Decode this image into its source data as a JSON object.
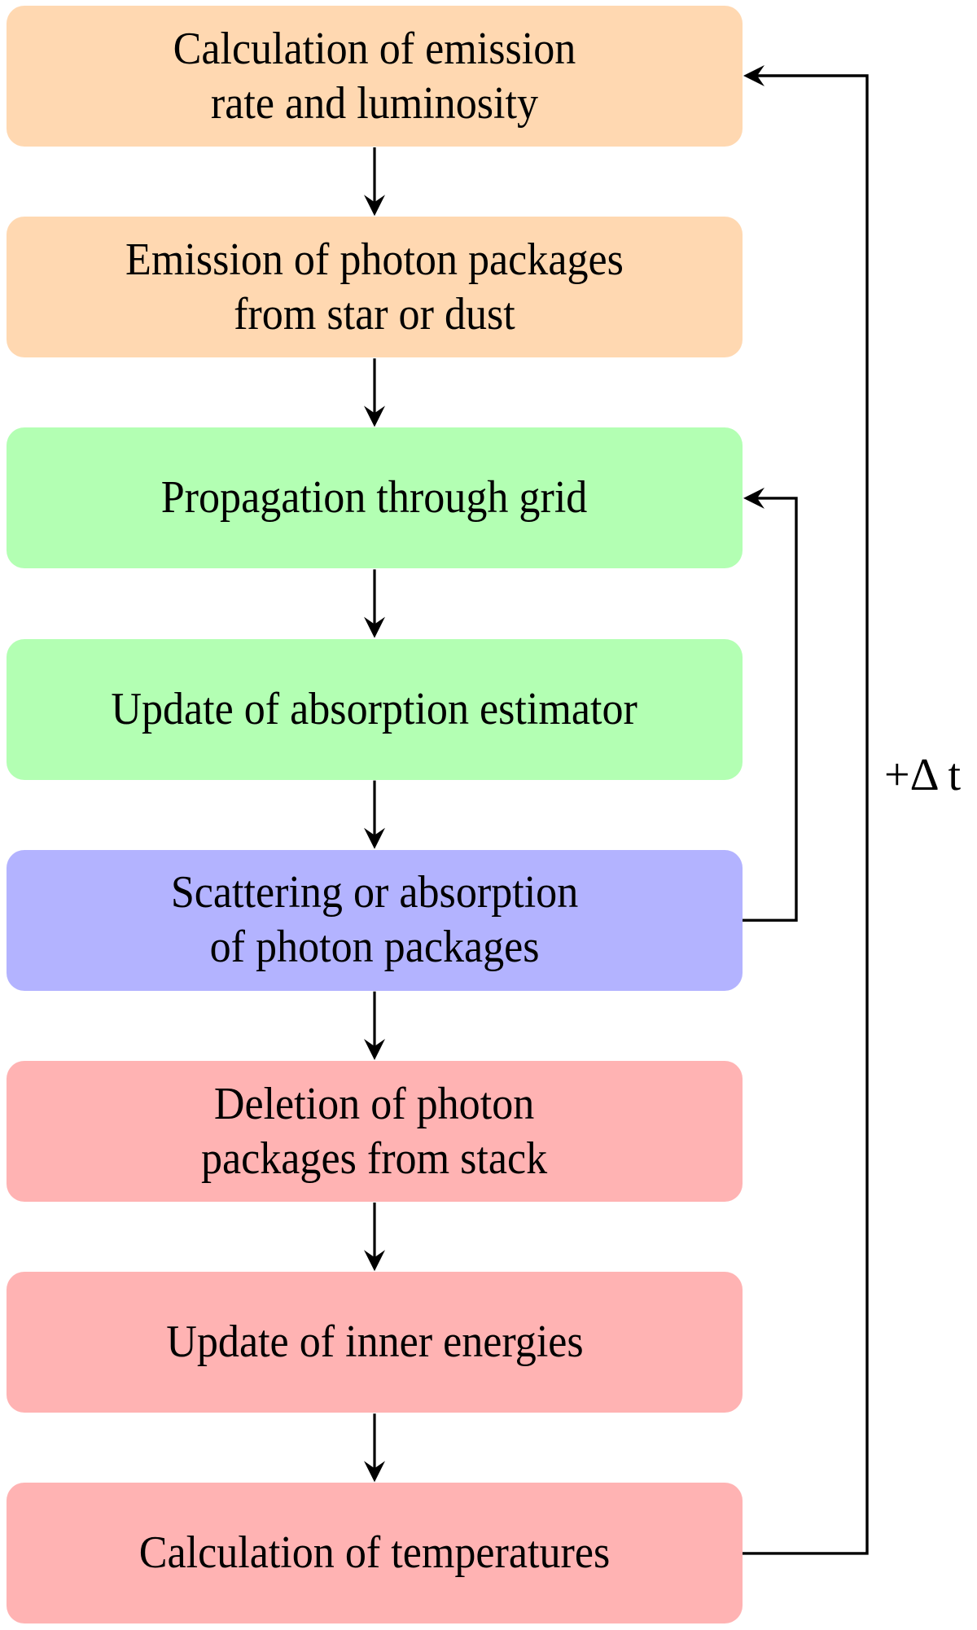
{
  "diagram": {
    "colors": {
      "orange": "#FFD8B1",
      "green": "#B3FFB3",
      "blue": "#B3B3FF",
      "red": "#FFB3B3",
      "edge": "#000000"
    },
    "nodes": [
      {
        "id": "calc-emission",
        "label": "Calculation of emission\nrate and luminosity",
        "color": "orange"
      },
      {
        "id": "emission-packages",
        "label": "Emission of photon packages\nfrom star or dust",
        "color": "orange"
      },
      {
        "id": "propagation",
        "label": "Propagation through grid",
        "color": "green"
      },
      {
        "id": "update-absorption",
        "label": "Update of absorption estimator",
        "color": "green"
      },
      {
        "id": "scattering",
        "label": "Scattering or absorption\nof photon packages",
        "color": "blue"
      },
      {
        "id": "deletion",
        "label": "Deletion of photon\npackages from stack",
        "color": "red"
      },
      {
        "id": "update-inner",
        "label": "Update of inner energies",
        "color": "red"
      },
      {
        "id": "calc-temperatures",
        "label": "Calculation of temperatures",
        "color": "red"
      }
    ],
    "edges": [
      {
        "from": "calc-emission",
        "to": "emission-packages",
        "type": "down"
      },
      {
        "from": "emission-packages",
        "to": "propagation",
        "type": "down"
      },
      {
        "from": "propagation",
        "to": "update-absorption",
        "type": "down"
      },
      {
        "from": "update-absorption",
        "to": "scattering",
        "type": "down"
      },
      {
        "from": "scattering",
        "to": "deletion",
        "type": "down"
      },
      {
        "from": "deletion",
        "to": "update-inner",
        "type": "down"
      },
      {
        "from": "update-inner",
        "to": "calc-temperatures",
        "type": "down"
      },
      {
        "from": "scattering",
        "to": "propagation",
        "type": "inner-loop"
      },
      {
        "from": "calc-temperatures",
        "to": "calc-emission",
        "type": "outer-loop",
        "label": "+Δ t"
      }
    ],
    "loop_label": "+Δ t"
  }
}
